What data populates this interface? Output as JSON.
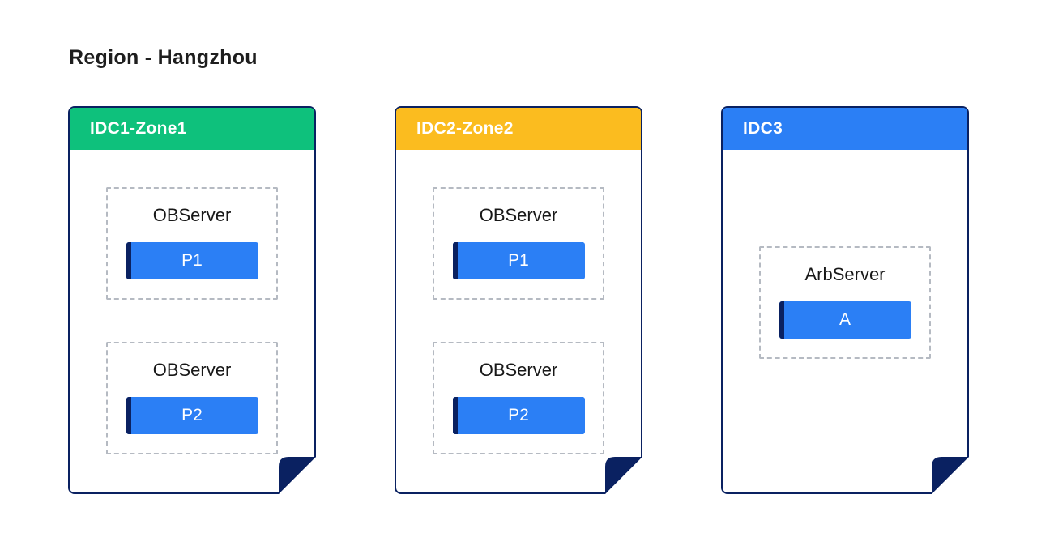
{
  "page": {
    "title": "Region - Hangzhou"
  },
  "colors": {
    "card_border": "#0a2161",
    "fold": "#0a2161",
    "badge_blue": "#2b7ff5",
    "badge_accent": "#0a2161",
    "zone1_header": "#0ec17c",
    "zone2_header": "#fbbc1f",
    "idc3_header": "#2b7ff5"
  },
  "cards": [
    {
      "label": "IDC1-Zone1",
      "header_color": "#0ec17c",
      "servers": [
        {
          "name": "OBServer",
          "badge": "P1"
        },
        {
          "name": "OBServer",
          "badge": "P2"
        }
      ]
    },
    {
      "label": "IDC2-Zone2",
      "header_color": "#fbbc1f",
      "servers": [
        {
          "name": "OBServer",
          "badge": "P1"
        },
        {
          "name": "OBServer",
          "badge": "P2"
        }
      ]
    },
    {
      "label": "IDC3",
      "header_color": "#2b7ff5",
      "servers": [
        {
          "name": "ArbServer",
          "badge": "A"
        }
      ]
    }
  ]
}
